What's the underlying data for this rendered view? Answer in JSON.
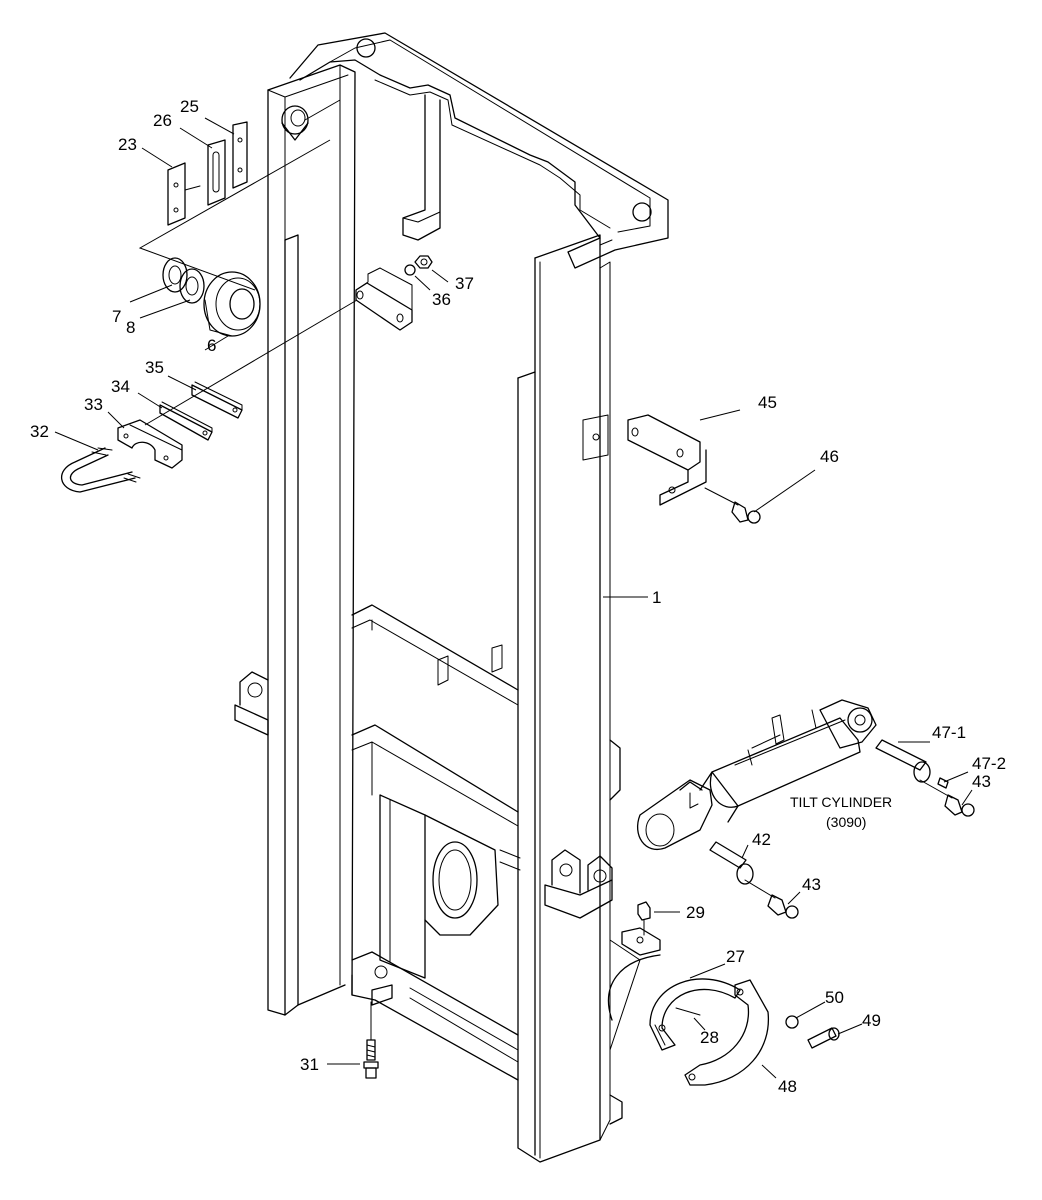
{
  "labels": {
    "p1": "1",
    "p6": "6",
    "p7": "7",
    "p8": "8",
    "p23": "23",
    "p25": "25",
    "p26": "26",
    "p27": "27",
    "p28": "28",
    "p29": "29",
    "p31": "31",
    "p32": "32",
    "p33": "33",
    "p34": "34",
    "p35": "35",
    "p36": "36",
    "p37": "37",
    "p42": "42",
    "p43a": "43",
    "p43b": "43",
    "p45": "45",
    "p46": "46",
    "p47_1": "47-1",
    "p47_2": "47-2",
    "p48": "48",
    "p49": "49",
    "p50": "50"
  },
  "assembly": {
    "name": "TILT CYLINDER",
    "code": "(3090)"
  }
}
